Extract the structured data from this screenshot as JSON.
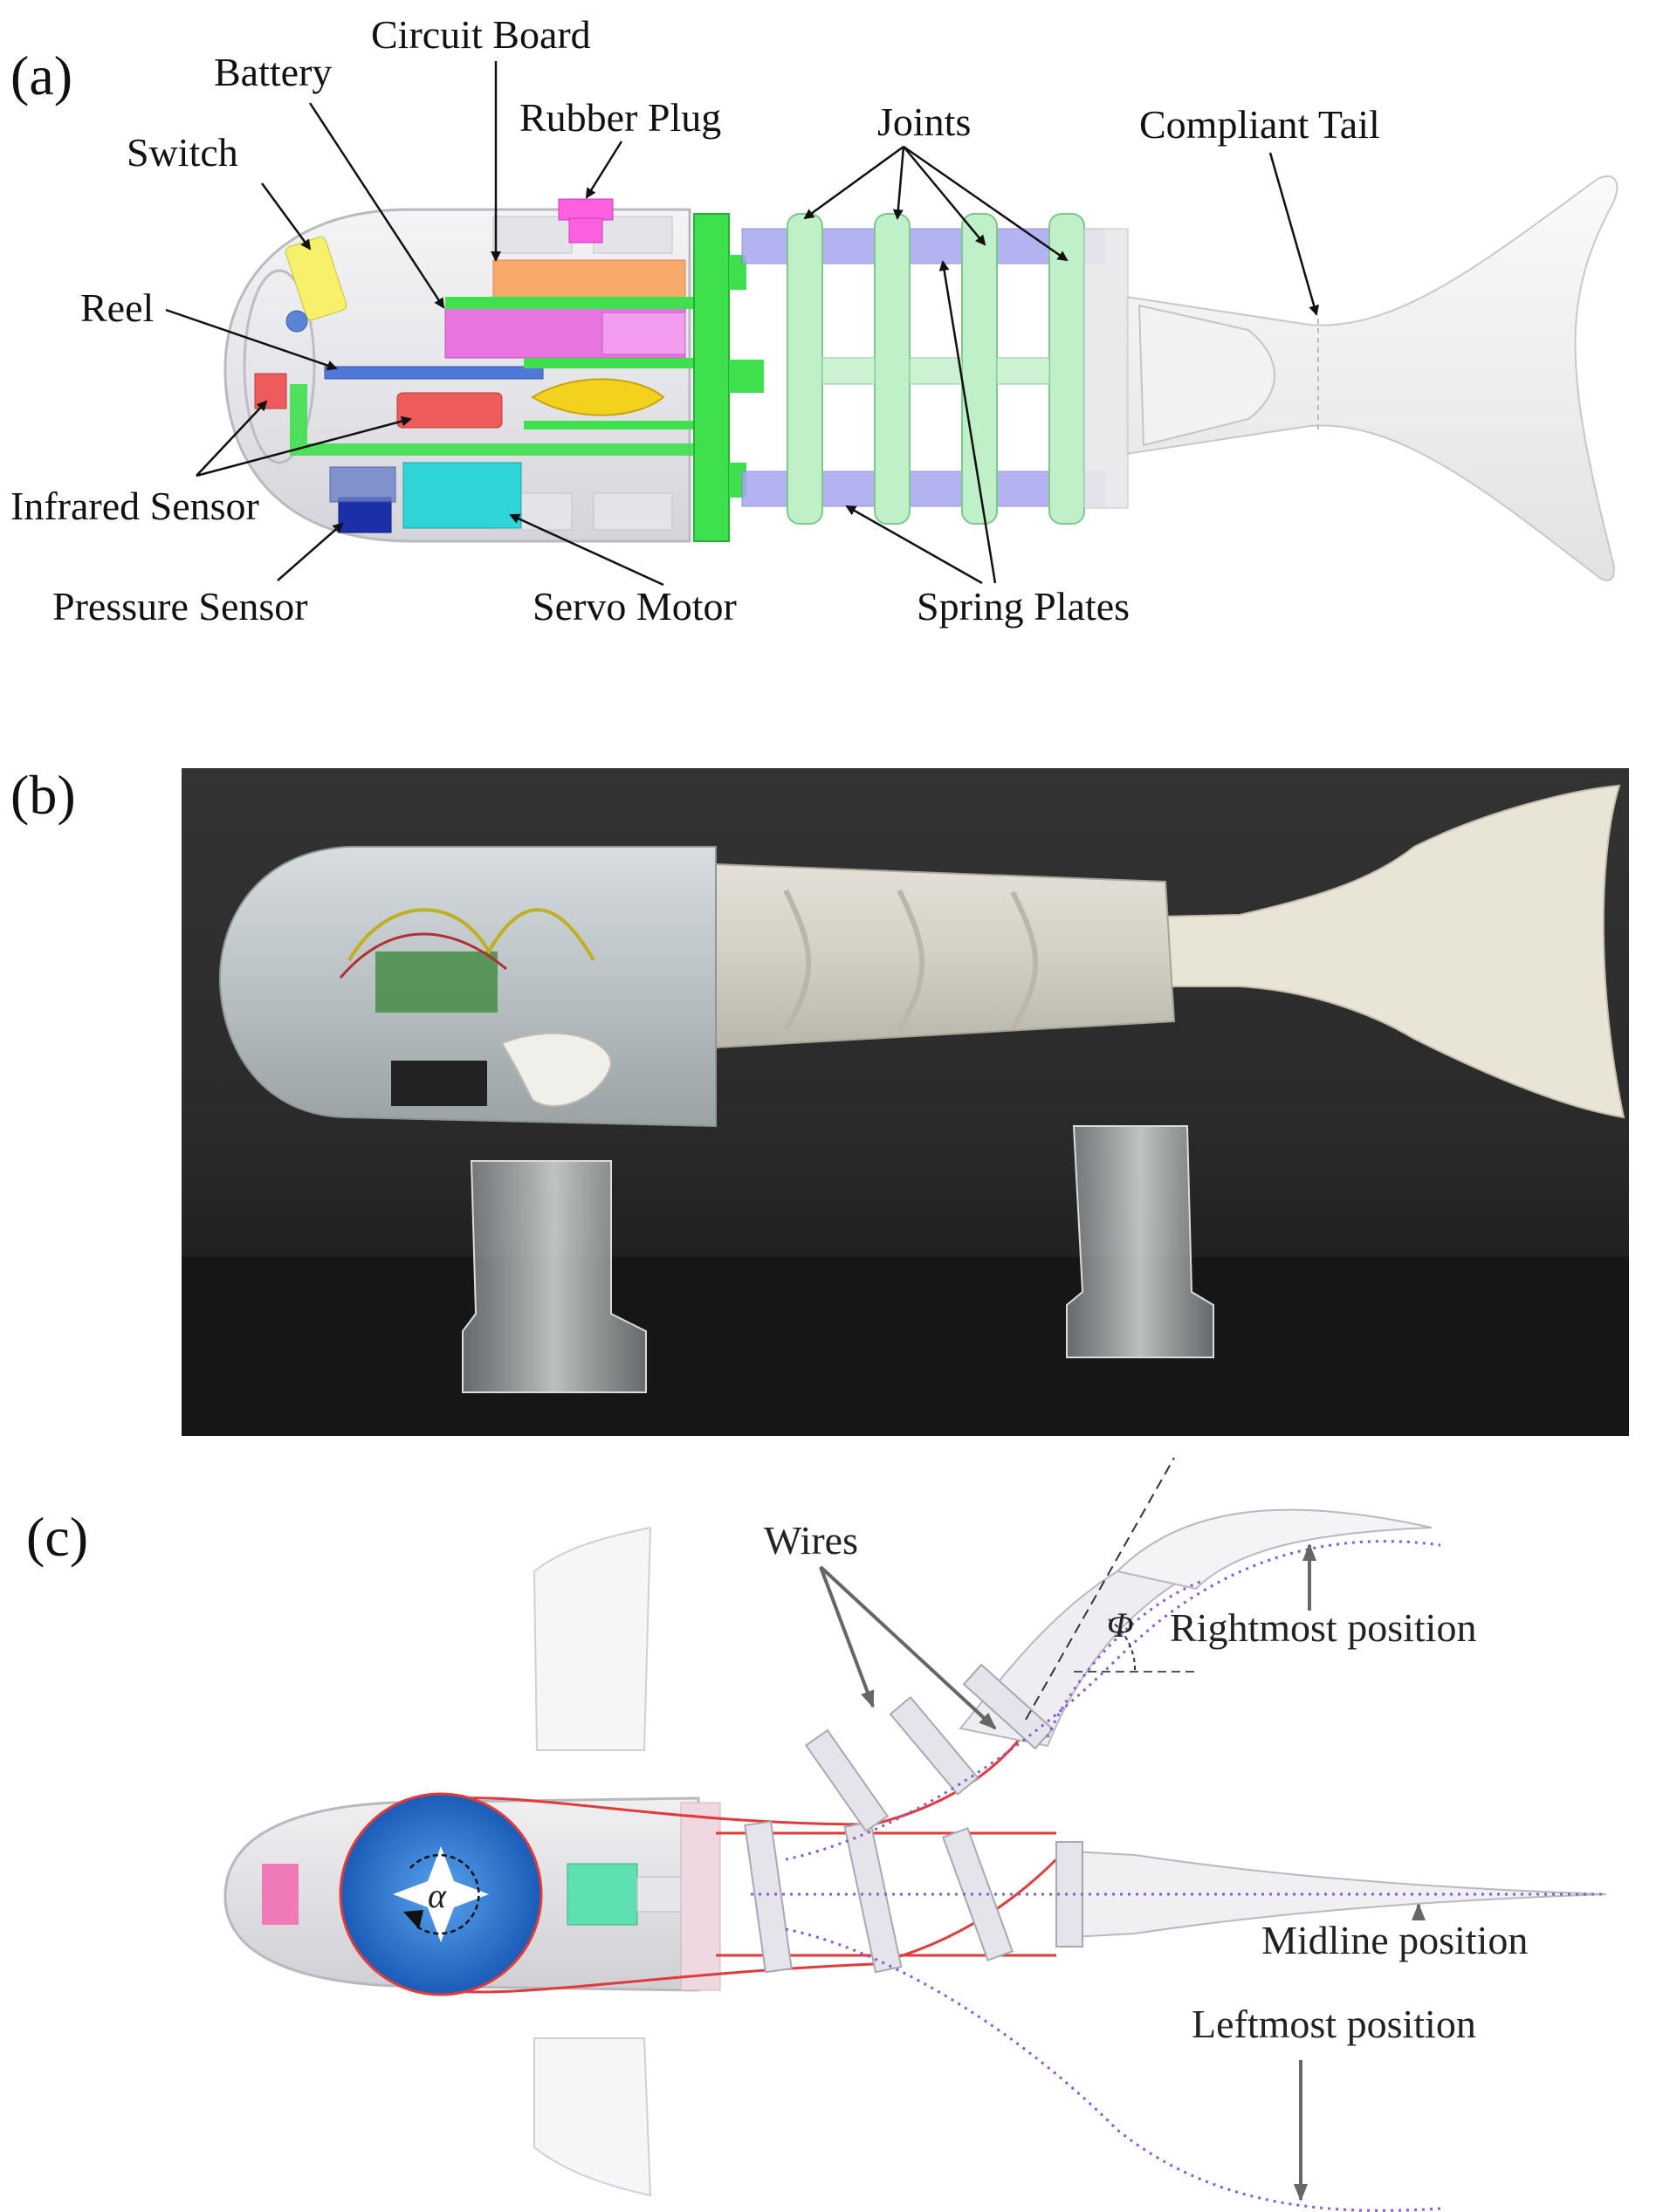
{
  "panel_a": {
    "tag": "(a)",
    "labels": {
      "circuit_board": "Circuit Board",
      "battery": "Battery",
      "rubber_plug": "Rubber Plug",
      "joints": "Joints",
      "compliant_tail": "Compliant Tail",
      "switch": "Switch",
      "reel": "Reel",
      "infrared_sensor": "Infrared Sensor",
      "pressure_sensor": "Pressure Sensor",
      "servo_motor": "Servo Motor",
      "spring_plates": "Spring Plates"
    },
    "colors": {
      "circuit_board": "#f7a86b",
      "battery": "#e774e0",
      "rubber_plug": "#ff5fe0",
      "switch": "#f6f06a",
      "reel": "#4f78d8",
      "infrared_sensor": "#ef5a5a",
      "pressure_sensor": "#1a2fa8",
      "servo_motor": "#2fd4d8",
      "frame": "#3ee04e",
      "spring_plate": "#a8a6f0",
      "joint": "#bff0c8",
      "fin": "#f3d21d"
    }
  },
  "panel_b": {
    "tag": "(b)",
    "colors": {
      "background": "#2b2b2b",
      "floor": "#1a1a1a",
      "body": "#d9d6cc",
      "head": "#c9cfd3"
    }
  },
  "panel_c": {
    "tag": "(c)",
    "labels": {
      "wires": "Wires",
      "rightmost": "Rightmost position",
      "midline": "Midline position",
      "leftmost": "Leftmost position",
      "alpha": "α",
      "phi": "Φ"
    },
    "colors": {
      "disc": "#1f6fd0",
      "wire": "#e03a3a",
      "trajectory": "#8a5ad0",
      "motor": "#5fe0b0",
      "plug": "#f07ab8"
    }
  }
}
